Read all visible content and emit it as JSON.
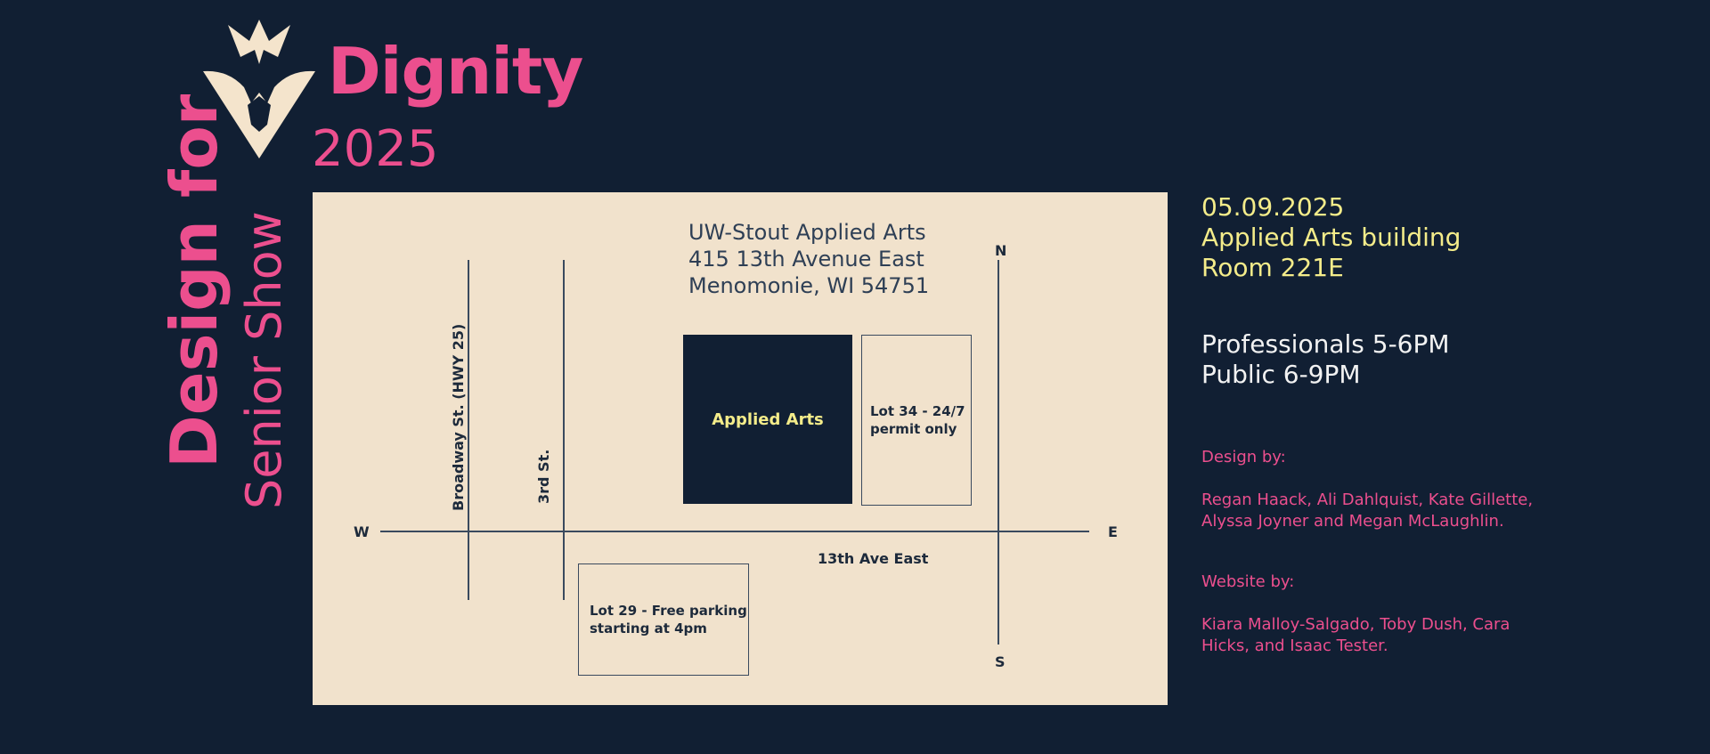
{
  "brand": {
    "title": "Dignity",
    "year": "2025",
    "vertical_title": "Design for",
    "vertical_subtitle": "Senior Show",
    "logo_icon": "arrow-star-logo-icon"
  },
  "map": {
    "address_lines": [
      "UW-Stout Applied Arts",
      "415 13th Avenue East",
      "Menomonie, WI 54751"
    ],
    "compass": {
      "north": "N",
      "south": "S",
      "east": "E",
      "west": "W"
    },
    "streets": {
      "broadway": "Broadway St. (HWY 25)",
      "third": "3rd St.",
      "thirteenth": "13th Ave East"
    },
    "building_label": "Applied Arts",
    "lot34": [
      "Lot 34 - 24/7",
      "permit only"
    ],
    "lot29": [
      "Lot 29 - Free parking",
      "starting at 4pm"
    ]
  },
  "event": {
    "date": "05.09.2025",
    "building": "Applied Arts building",
    "room": "Room 221E",
    "professionals": "Professionals 5-6PM",
    "public": "Public 6-9PM"
  },
  "credits": {
    "design_heading": "Design by:",
    "design_names": "Regan Haack, Ali Dahlquist, Kate Gillette, Alyssa Joyner and Megan McLaughlin.",
    "website_heading": "Website by:",
    "website_names": "Kiara Malloy-Salgado, Toby Dush, Cara Hicks, and Isaac Tester."
  },
  "colors": {
    "background": "#111f33",
    "accent_pink": "#ec4f8e",
    "accent_yellow": "#f4ec8a",
    "map_bg": "#f1e2cc",
    "logo_cream": "#f4e4cc"
  }
}
